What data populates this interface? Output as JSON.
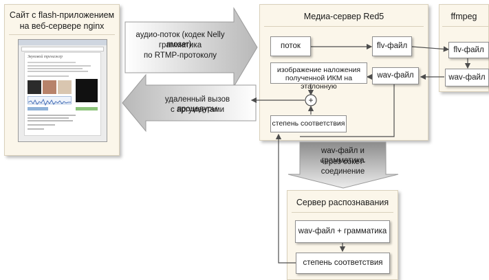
{
  "web_panel": {
    "title_line1": "Сайт с flash-приложением",
    "title_line2": "на веб-сервере nginx",
    "app_title": "Звуковой тренажер"
  },
  "audio_arrow": {
    "line1": "аудио-поток (кодек Nelly moser),",
    "line2": "грамматика",
    "line3": "по RTMP-протоколу"
  },
  "rpc_arrow": {
    "line1": "удаленный вызов процедуры",
    "line2": "с аргументами"
  },
  "red5": {
    "title": "Медиа-сервер Red5",
    "stream": "поток",
    "flv": "flv-файл",
    "wav": "wav-файл",
    "overlay_line1": "изображение наложения",
    "overlay_line2": "полученной ИКМ на эталонную",
    "plus": "+",
    "match": "степень соответствия"
  },
  "ffmpeg": {
    "title": "ffmpeg",
    "flv": "flv-файл",
    "wav": "wav-файл"
  },
  "socket_arrow": {
    "line1": "wav-файл и грамматика",
    "line2": "через сокет-соединение"
  },
  "recog": {
    "title": "Сервер распознавания",
    "input": "wav-файл + грамматика",
    "match": "степень соответствия"
  }
}
